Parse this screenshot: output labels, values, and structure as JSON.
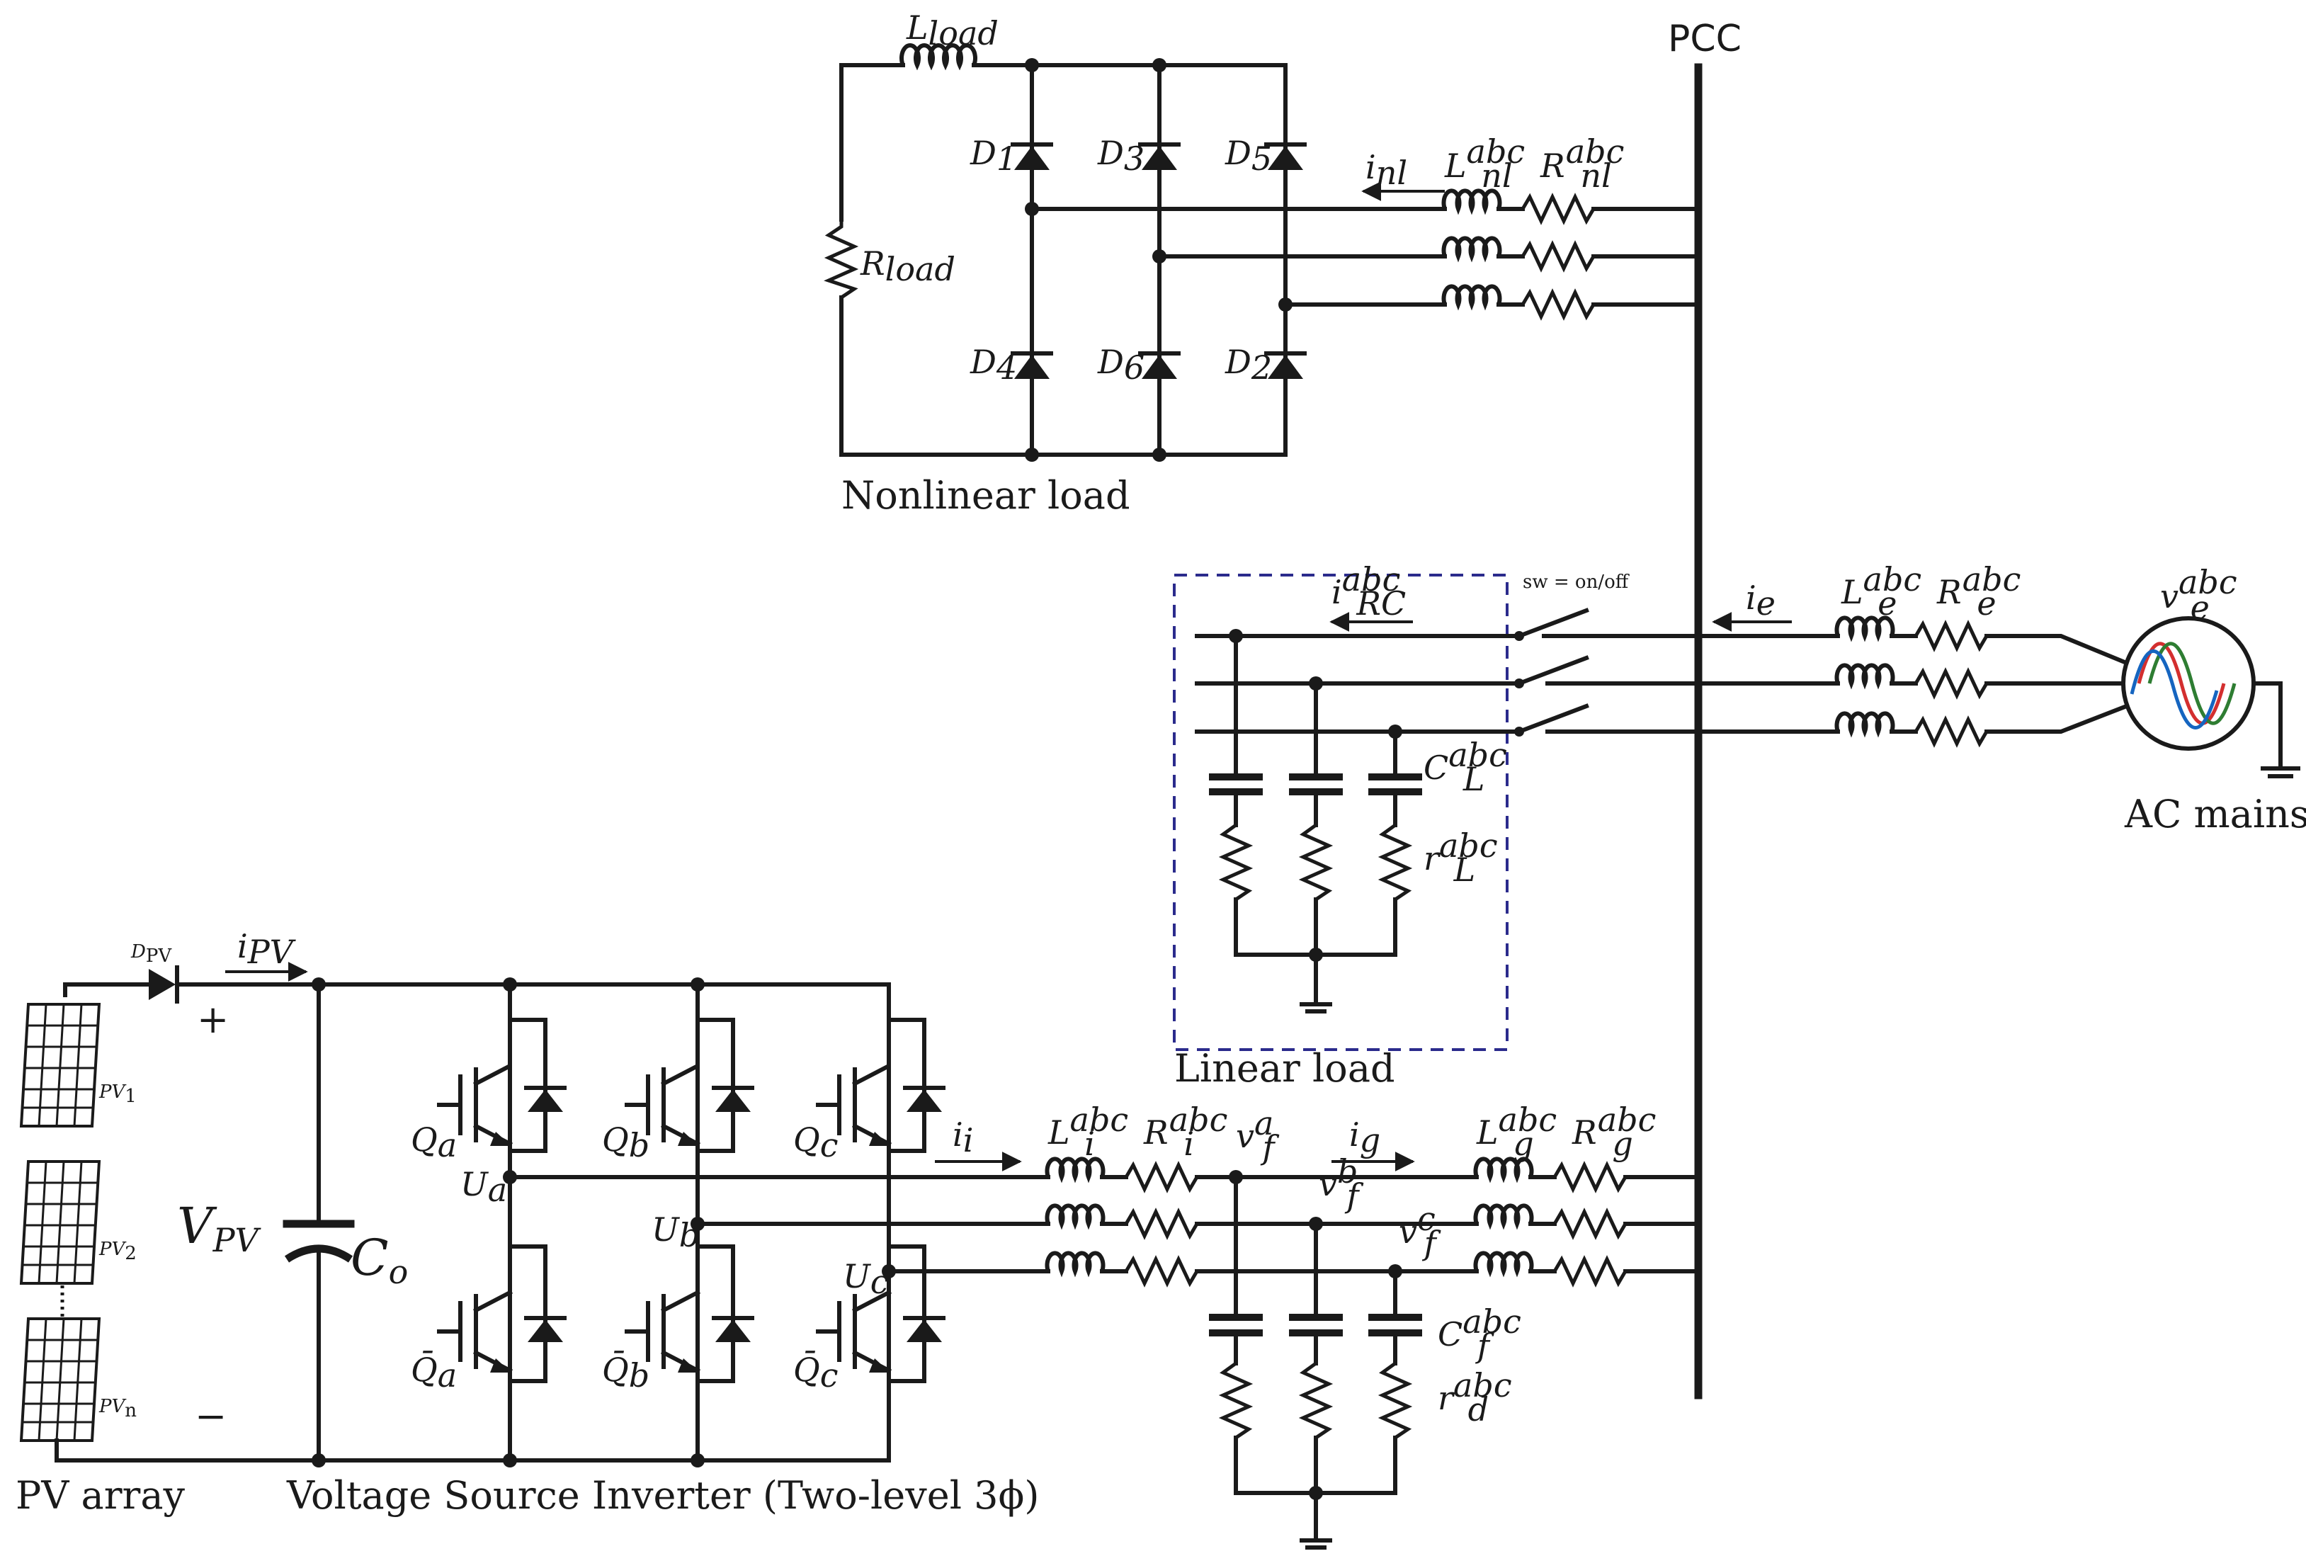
{
  "nodes": {
    "pcc": "PCC",
    "nonlinear_load": "Nonlinear load",
    "linear_load": "Linear load",
    "ac_mains": "AC mains",
    "pv_array": "PV array",
    "vsi": "Voltage Source Inverter (Two-level 3ϕ)",
    "switch": "sw = on/off"
  },
  "components": {
    "l_load": [
      "L",
      "load"
    ],
    "r_load": [
      "R",
      "load"
    ],
    "d1": [
      "D",
      "1"
    ],
    "d3": [
      "D",
      "3"
    ],
    "d5": [
      "D",
      "5"
    ],
    "d4": [
      "D",
      "4"
    ],
    "d6": [
      "D",
      "6"
    ],
    "d2": [
      "D",
      "2"
    ],
    "l_nl": [
      "L",
      "nl",
      "abc"
    ],
    "r_nl": [
      "R",
      "nl",
      "abc"
    ],
    "l_e": [
      "L",
      "e",
      "abc"
    ],
    "r_e": [
      "R",
      "e",
      "abc"
    ],
    "v_e": [
      "v",
      "e",
      "abc"
    ],
    "c_l": [
      "C",
      "L",
      "abc"
    ],
    "r_l": [
      "r",
      "L",
      "abc"
    ],
    "d_pv": [
      "D",
      "PV"
    ],
    "pv1": [
      "PV",
      "1"
    ],
    "pv2": [
      "PV",
      "2"
    ],
    "pvn": [
      "PV",
      "n"
    ],
    "v_pv": [
      "V",
      "PV"
    ],
    "c_o": [
      "C",
      "o"
    ],
    "qa": [
      "Q",
      "a"
    ],
    "qb": [
      "Q",
      "b"
    ],
    "qc": [
      "Q",
      "c"
    ],
    "qa_bar": [
      "Q̄",
      "a"
    ],
    "qb_bar": [
      "Q̄",
      "b"
    ],
    "qc_bar": [
      "Q̄",
      "c"
    ],
    "ua": [
      "U",
      "a"
    ],
    "ub": [
      "U",
      "b"
    ],
    "uc": [
      "U",
      "c"
    ],
    "l_i": [
      "L",
      "i",
      "abc"
    ],
    "r_i": [
      "R",
      "i",
      "abc"
    ],
    "l_g": [
      "L",
      "g",
      "abc"
    ],
    "r_g": [
      "R",
      "g",
      "abc"
    ],
    "vfa": [
      "v",
      "f",
      "a"
    ],
    "vfb": [
      "v",
      "f",
      "b"
    ],
    "vfc": [
      "v",
      "f",
      "c"
    ],
    "c_f": [
      "C",
      "f",
      "abc"
    ],
    "r_d": [
      "r",
      "d",
      "abc"
    ]
  },
  "currents": {
    "i_nl": [
      "i",
      "nl"
    ],
    "i_e": [
      "i",
      "e"
    ],
    "i_rc": [
      "i",
      "RC",
      "abc"
    ],
    "i_pv": [
      "i",
      "PV"
    ],
    "i_i": [
      "i",
      "i"
    ],
    "i_g": [
      "i",
      "g"
    ]
  },
  "polarity": {
    "plus": "+",
    "minus": "−"
  },
  "colors": {
    "wire": "#1a1a1a",
    "linear_load_box": "#2b2b8c",
    "phase_a": "#d32f2f",
    "phase_b": "#2e7d32",
    "phase_c": "#1565c0"
  },
  "diagram": {}
}
